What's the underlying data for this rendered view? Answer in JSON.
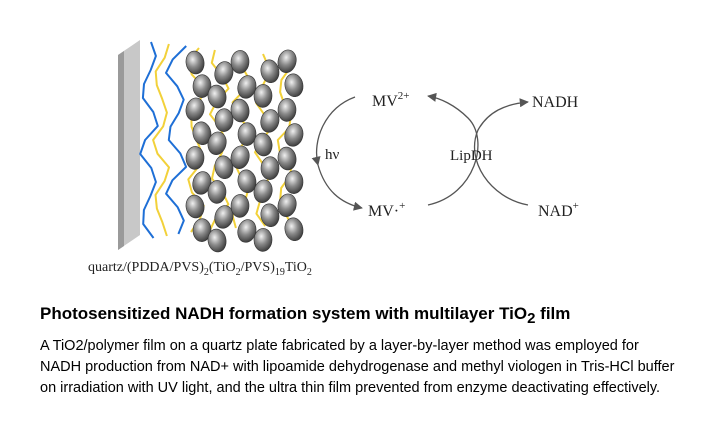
{
  "diagram": {
    "labels": {
      "mv2": "MV",
      "mv2_sup": "2+",
      "mv_rad": "MV·",
      "mv_rad_sup": "+",
      "hv": "hν",
      "lipdh": "LipDH",
      "nadh": "NADH",
      "nad": "NAD",
      "nad_sup": "+"
    },
    "film_caption": {
      "p1": "quartz/(PDDA/PVS)",
      "s1": "2",
      "p2": "(TiO",
      "s2": "2",
      "p3": "/PVS)",
      "s3": "19",
      "p4": "TiO",
      "s4": "2"
    },
    "colors": {
      "plate": "#b0b0b0",
      "pdda_blue": "#1e6fd6",
      "pvs_yellow": "#f2d13a",
      "particle": "#777777",
      "arrow": "#555555"
    }
  },
  "title": {
    "main": "Photosensitized NADH formation system with multilayer TiO",
    "sub": "2",
    "tail": " film"
  },
  "description": "A TiO2/polymer film on a quartz plate fabricated by a layer-by-layer method was employed for NADH production from NAD+ with lipoamide dehydrogenase and methyl viologen in Tris-HCl buffer on irradiation with UV light, and the ultra thin film prevented from enzyme deactivating effectively."
}
